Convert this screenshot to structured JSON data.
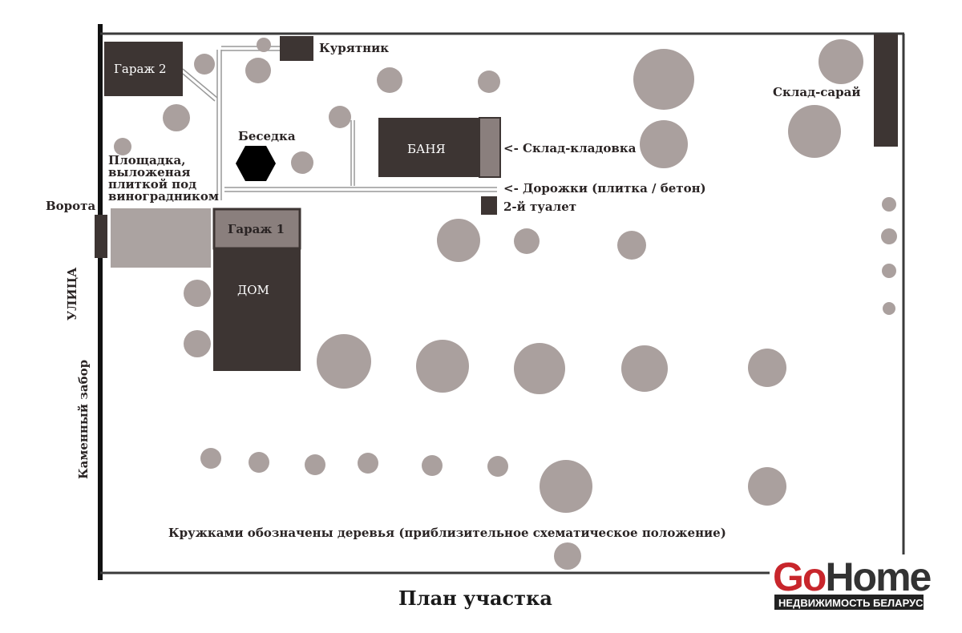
{
  "title": "План участка",
  "labels": {
    "garage2": "Гараж 2",
    "coop": "Курятник",
    "gazebo": "Беседка",
    "banya": "БАНЯ",
    "storage": "<- Склад-кладовка",
    "paths": "<- Дорожки (плитка / бетон)",
    "toilet": "2-й туалет",
    "shed": "Склад-сарай",
    "garage1": "Гараж 1",
    "house": "ДОМ",
    "gate": "Ворота",
    "patio": [
      "Площадка,",
      "выложеная",
      "плиткой под",
      "виноградником"
    ],
    "street": "УЛИЦА",
    "fence": "Каменный забор",
    "note": "Кружками обозначены деревья (приблизительное схематическое положение)"
  },
  "logo": {
    "part1": "Go",
    "part2": "Home",
    "tagline": "НЕДВИЖИМОСТЬ БЕЛАРУСИ",
    "red": "#c8262c",
    "dark": "#333333"
  },
  "colors": {
    "building": "#3d3533",
    "tree": "#aaa09e",
    "patio": "#aba3a1",
    "garage1": "#8a7f7d"
  }
}
